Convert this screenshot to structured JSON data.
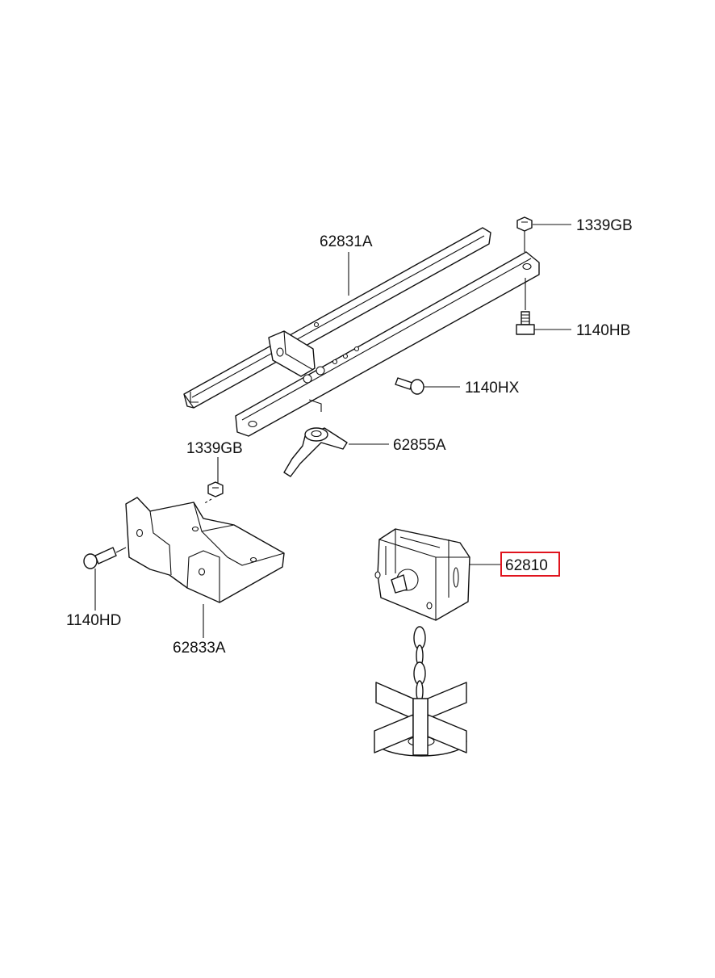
{
  "highlight_color": "#e0141e",
  "labels": {
    "nut_top": "1339GB",
    "bolt_top": "1140HB",
    "bolt_mid": "1140HX",
    "rail": "62831A",
    "wing_bolt": "62855A",
    "nut_left": "1339GB",
    "bolt_left": "1140HD",
    "bracket": "62833A",
    "jack": "62810"
  },
  "highlighted_part": "jack"
}
